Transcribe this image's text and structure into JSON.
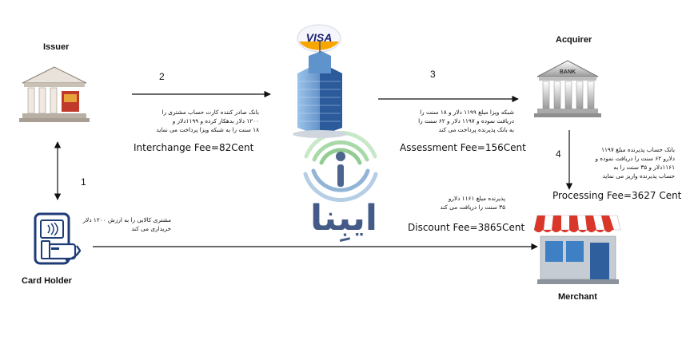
{
  "nodes": {
    "issuer": "Issuer",
    "acquirer": "Acquirer",
    "card_holder": "Card Holder",
    "merchant": "Merchant"
  },
  "visa_logo": "VISA",
  "bank_sign": "BANK",
  "watermark": "ایبِنا",
  "steps": [
    "1",
    "2",
    "3",
    "4"
  ],
  "notes": {
    "n1": [
      "مشتری کالایی را به ارزش ۱۲۰۰ دلار",
      "خریداری می کند"
    ],
    "n2": [
      "بانک صادر کننده کارت حساب مشتری را",
      "۱۲۰۰ دلار بدهکار کرده و ۱۱۹۹دلار و",
      "۱۸ سنت را به شبکه ویزا پرداخت می نماید"
    ],
    "n3": [
      "شبکه ویزا مبلغ ۱۱۹۹ دلار و ۱۸ سنت را",
      "دریافت نموده و ۱۱۹۷ دلار و ۶۲ سنت را",
      "به بانک پذیرنده پرداخت می کند"
    ],
    "n4": [
      "بانک حساب پذیرنده مبلغ ۱۱۹۷",
      "دلارو ۶۲ سنت را دریافت نموده و",
      "۱۱۶۱دلار و ۳۵ سنت را به",
      "حساب پذیرنده واریز می نماید"
    ],
    "n5": [
      "پذیرنده مبلغ ۱۱۶۱ دلارو",
      "۳۵ سنت را دریافت می کند"
    ]
  },
  "fees": {
    "interchange": "Interchange Fee=82Cent",
    "assessment": "Assessment Fee=156Cent",
    "processing": "Processing Fee=3627 Cent",
    "discount": "Discount Fee=3865Cent"
  },
  "colors": {
    "arrow": "#111111",
    "visa_blue": "#1a1f71",
    "visa_gold": "#f7a600",
    "watermark_blue": "#2f4a7a",
    "watermark_green": "#8fcf8f",
    "awning_red": "#d9372a",
    "building_blue": "#3f7fc4"
  }
}
